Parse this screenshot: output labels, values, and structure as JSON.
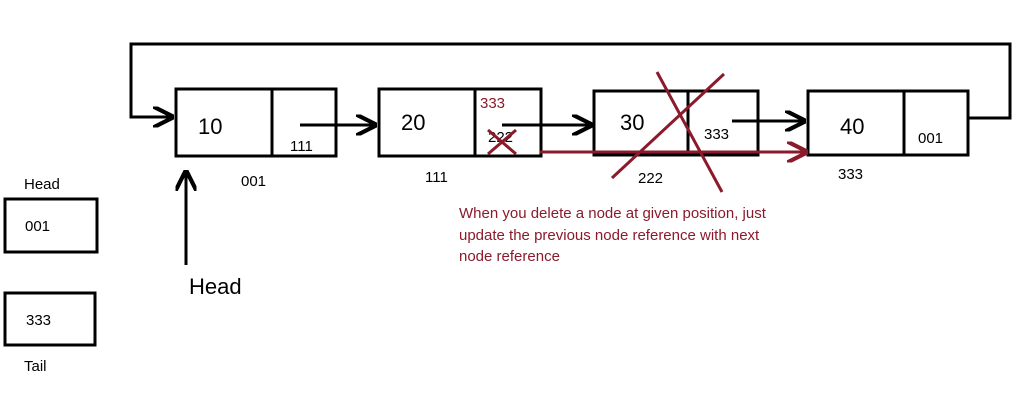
{
  "colors": {
    "ink": "#000000",
    "accent": "#8b1a2b"
  },
  "nodes": [
    {
      "value": "10",
      "next": "111",
      "address": "001"
    },
    {
      "value": "20",
      "next_old": "222",
      "next_new": "333",
      "address": "111"
    },
    {
      "value": "30",
      "next": "333",
      "address": "222",
      "deleted": true
    },
    {
      "value": "40",
      "next": "001",
      "address": "333"
    }
  ],
  "pointers": {
    "head_label": "Head",
    "head_box_value": "001",
    "tail_label": "Tail",
    "tail_box_value": "333",
    "head_arrow_label": "Head"
  },
  "note": {
    "line1": "When you delete a node at given position, just",
    "line2": "update the previous node reference with next",
    "line3": "node reference"
  }
}
